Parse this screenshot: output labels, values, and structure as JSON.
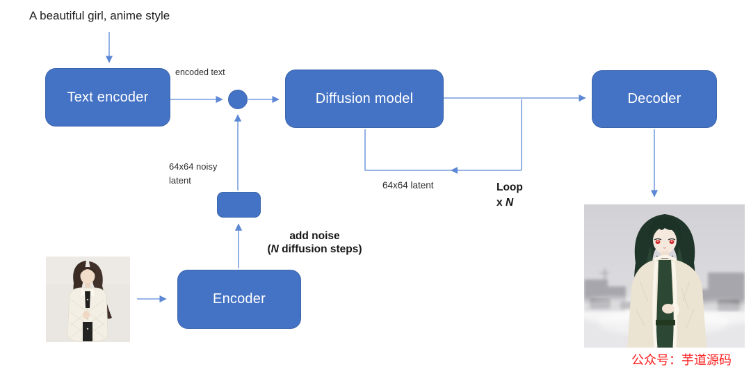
{
  "colors": {
    "node_fill": "#4472C4",
    "node_border": "#3B65AC",
    "connector": "#5B87D5",
    "text_dark": "#212121",
    "watermark_red": "#FB1A1A"
  },
  "prompt": {
    "text": "A beautiful girl, anime style"
  },
  "nodes": {
    "text_encoder": {
      "label": "Text encoder"
    },
    "diffusion_model": {
      "label": "Diffusion model"
    },
    "decoder": {
      "label": "Decoder"
    },
    "encoder": {
      "label": "Encoder"
    }
  },
  "edge_labels": {
    "encoded_text": "encoded text",
    "noisy_latent_line1": "64x64 noisy",
    "noisy_latent_line2": "latent",
    "latent": "64x64 latent",
    "loop_word": "Loop",
    "loop_x": "x ",
    "loop_n": "N",
    "add_noise_line1": "add noise",
    "add_noise_open": "(",
    "add_noise_n": "N",
    "add_noise_rest": " diffusion steps)"
  },
  "images": {
    "input_photo": "photo-woman-white-quilted-jacket",
    "output_image": "anime-girl-dark-green-hair-red-eyes"
  },
  "watermark": {
    "text": "公众号：芋道源码"
  }
}
